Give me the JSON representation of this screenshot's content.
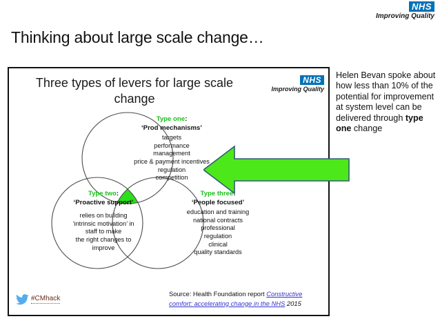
{
  "brand": {
    "nhs_abbr": "NHS",
    "nhs_tagline": "Improving Quality",
    "nhs_blue": "#0072B8",
    "accent_green": "#1DBF1D",
    "arrow_green": "#4DE81A",
    "link_blue": "#3333CC",
    "twitter_blue": "#55ACEE"
  },
  "page_title": "Thinking about large scale change…",
  "slide": {
    "heading": "Three types of levers for large scale change",
    "circles": [
      {
        "id": "type-one",
        "label": "Type one",
        "colon": ":",
        "name": "‘Prod mechanisms’",
        "items": [
          "targets",
          "performance",
          "management",
          "price & payment incentives",
          "regulation",
          "competition"
        ]
      },
      {
        "id": "type-two",
        "label": "Type two",
        "colon": ":",
        "name": "‘Proactive support’",
        "items": [
          "relies on building",
          "‘intrinsic motivation’ in",
          "staff to make",
          "the right changes to",
          "improve"
        ]
      },
      {
        "id": "type-three",
        "label": "Type three",
        "colon": ":",
        "name": "‘People focused’",
        "items": [
          "education and training",
          "national contracts",
          "professional",
          "regulation",
          "clinical",
          "quality standards"
        ]
      }
    ],
    "source": {
      "prefix": "Source: Health Foundation report ",
      "link_text": "Constructive comfort: accelerating change in the NHS",
      "year": " 2015"
    },
    "hashtag": "#CMhack"
  },
  "side_note": {
    "before_bold": "Helen Bevan spoke about how less than 10% of the potential for improvement at system level can be delivered through ",
    "bold": "type one",
    "after_bold": " change"
  }
}
